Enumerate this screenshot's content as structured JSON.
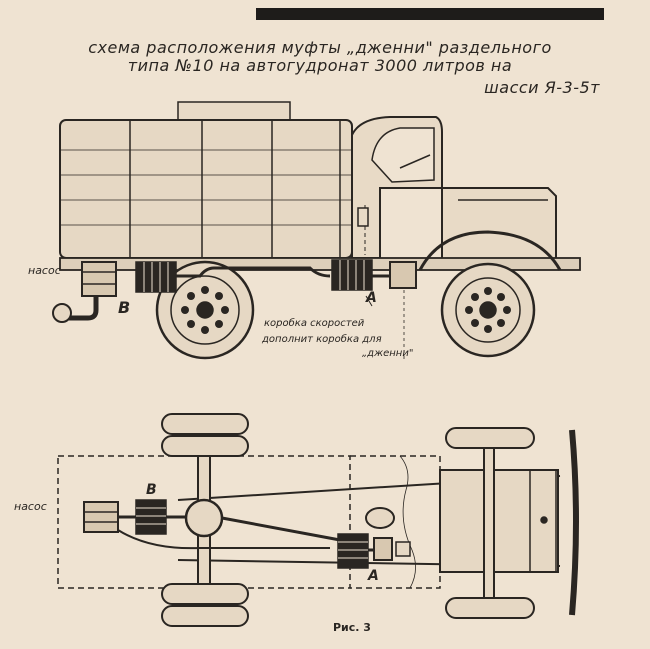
{
  "title": {
    "line1": "схема расположения муфты „дженни\" раздельного",
    "line2": "типа №10 на автогудронат 3000 литров на",
    "line3": "шасси Я-3-5т"
  },
  "labels": {
    "pump_side": "насос",
    "pump_top": "насос",
    "B_side": "В",
    "A_side": "А",
    "B_top": "В",
    "A_top": "А",
    "gearbox_1": "коробка скоростей",
    "gearbox_2": "дополнит коробка для",
    "gearbox_3": "„дженни\""
  },
  "caption": "Рис. 3"
}
